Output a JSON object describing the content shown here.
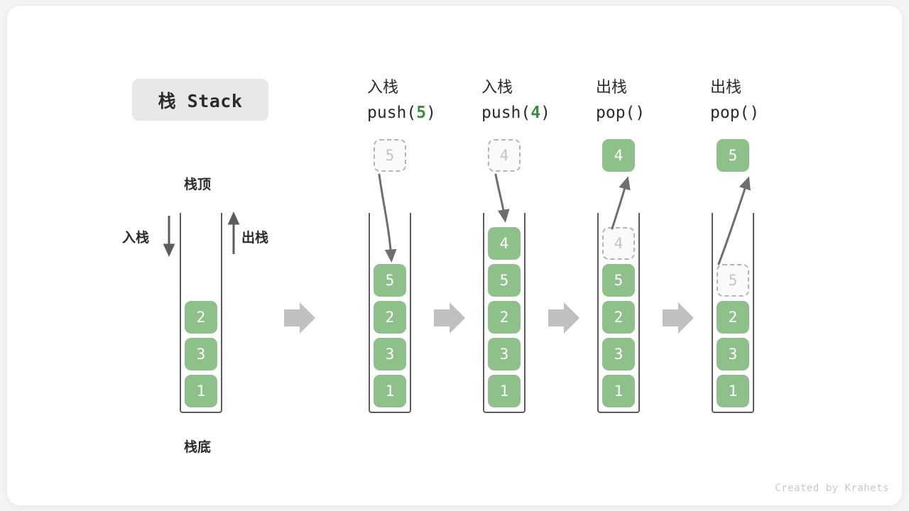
{
  "title": {
    "text": "栈 Stack"
  },
  "credit": {
    "text": "Created by Krahets"
  },
  "colors": {
    "cell_fill": "#8ec08a",
    "cell_text": "#ffffff",
    "ghost_border": "#b4b4b4",
    "ghost_text": "#c4c4c4",
    "accent_green": "#3c8d40",
    "wall": "#5c5c5c",
    "flow_arrow": "#c0c0c0",
    "curve_arrow": "#6e6e6e",
    "badge_bg": "#e8e8e8"
  },
  "base_stack": {
    "top_label": "栈顶",
    "bottom_label": "栈底",
    "push_label": "入栈",
    "pop_label": "出栈",
    "cells": [
      "2",
      "3",
      "1"
    ]
  },
  "steps": [
    {
      "op_cn": "入栈",
      "op_code_prefix": "push(",
      "op_code_arg": "5",
      "op_code_suffix": ")",
      "op_type": "push",
      "floating_cell": {
        "value": "5",
        "style": "ghost"
      },
      "cells": [
        {
          "value": "5",
          "style": "solid"
        },
        {
          "value": "2",
          "style": "solid"
        },
        {
          "value": "3",
          "style": "solid"
        },
        {
          "value": "1",
          "style": "solid"
        }
      ]
    },
    {
      "op_cn": "入栈",
      "op_code_prefix": "push(",
      "op_code_arg": "4",
      "op_code_suffix": ")",
      "op_type": "push",
      "floating_cell": {
        "value": "4",
        "style": "ghost"
      },
      "cells": [
        {
          "value": "4",
          "style": "solid"
        },
        {
          "value": "5",
          "style": "solid"
        },
        {
          "value": "2",
          "style": "solid"
        },
        {
          "value": "3",
          "style": "solid"
        },
        {
          "value": "1",
          "style": "solid"
        }
      ]
    },
    {
      "op_cn": "出栈",
      "op_code_prefix": "pop(",
      "op_code_arg": "",
      "op_code_suffix": ")",
      "op_type": "pop",
      "floating_cell": {
        "value": "4",
        "style": "solid"
      },
      "cells": [
        {
          "value": "4",
          "style": "ghost"
        },
        {
          "value": "5",
          "style": "solid"
        },
        {
          "value": "2",
          "style": "solid"
        },
        {
          "value": "3",
          "style": "solid"
        },
        {
          "value": "1",
          "style": "solid"
        }
      ]
    },
    {
      "op_cn": "出栈",
      "op_code_prefix": "pop(",
      "op_code_arg": "",
      "op_code_suffix": ")",
      "op_type": "pop",
      "floating_cell": {
        "value": "5",
        "style": "solid"
      },
      "cells": [
        {
          "value": "5",
          "style": "ghost"
        },
        {
          "value": "2",
          "style": "solid"
        },
        {
          "value": "3",
          "style": "solid"
        },
        {
          "value": "1",
          "style": "solid"
        }
      ]
    }
  ]
}
